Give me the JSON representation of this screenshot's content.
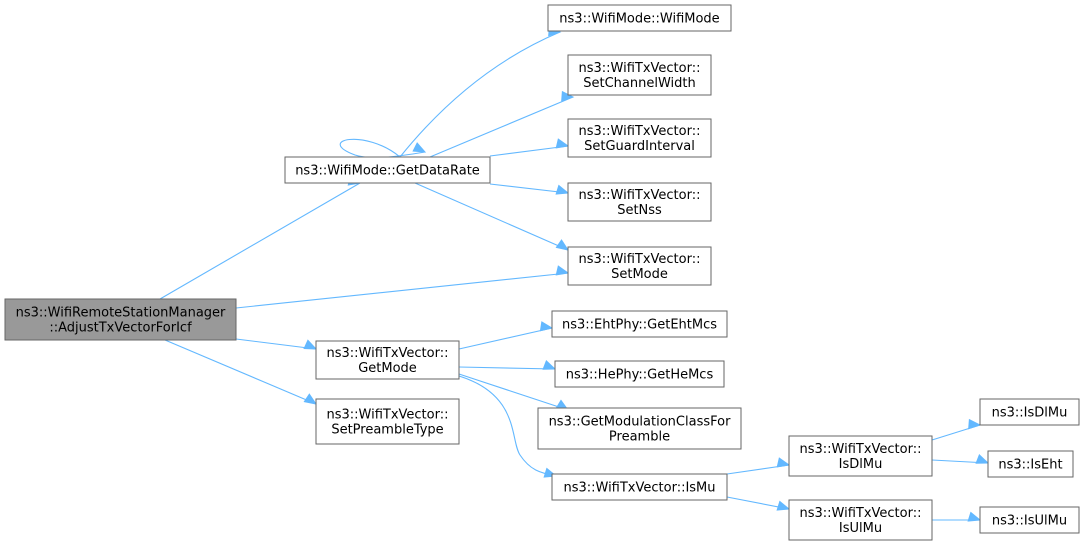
{
  "graph": {
    "colors": {
      "edge": "#63b8ff",
      "node_border": "#666666",
      "root_fill": "#999999",
      "node_fill": "#ffffff"
    },
    "nodes": [
      {
        "id": "root",
        "lines": [
          "ns3::WifiRemoteStationManager",
          "::AdjustTxVectorForIcf"
        ],
        "root": true
      },
      {
        "id": "getDataRate",
        "lines": [
          "ns3::WifiMode::GetDataRate"
        ]
      },
      {
        "id": "getMode",
        "lines": [
          "ns3::WifiTxVector::",
          "GetMode"
        ]
      },
      {
        "id": "setPreambleType",
        "lines": [
          "ns3::WifiTxVector::",
          "SetPreambleType"
        ]
      },
      {
        "id": "wifiMode",
        "lines": [
          "ns3::WifiMode::WifiMode"
        ]
      },
      {
        "id": "setChannelWidth",
        "lines": [
          "ns3::WifiTxVector::",
          "SetChannelWidth"
        ]
      },
      {
        "id": "setGuardInterval",
        "lines": [
          "ns3::WifiTxVector::",
          "SetGuardInterval"
        ]
      },
      {
        "id": "setNss",
        "lines": [
          "ns3::WifiTxVector::",
          "SetNss"
        ]
      },
      {
        "id": "setMode",
        "lines": [
          "ns3::WifiTxVector::",
          "SetMode"
        ]
      },
      {
        "id": "getEhtMcs",
        "lines": [
          "ns3::EhtPhy::GetEhtMcs"
        ]
      },
      {
        "id": "getHeMcs",
        "lines": [
          "ns3::HePhy::GetHeMcs"
        ]
      },
      {
        "id": "getModulationClass",
        "lines": [
          "ns3::GetModulationClassFor",
          "Preamble"
        ]
      },
      {
        "id": "isMu",
        "lines": [
          "ns3::WifiTxVector::IsMu"
        ]
      },
      {
        "id": "isDlMuVec",
        "lines": [
          "ns3::WifiTxVector::",
          "IsDlMu"
        ]
      },
      {
        "id": "isUlMuVec",
        "lines": [
          "ns3::WifiTxVector::",
          "IsUlMu"
        ]
      },
      {
        "id": "isDlMu",
        "lines": [
          "ns3::IsDlMu"
        ]
      },
      {
        "id": "isEht",
        "lines": [
          "ns3::IsEht"
        ]
      },
      {
        "id": "isUlMu",
        "lines": [
          "ns3::IsUlMu"
        ]
      }
    ]
  }
}
